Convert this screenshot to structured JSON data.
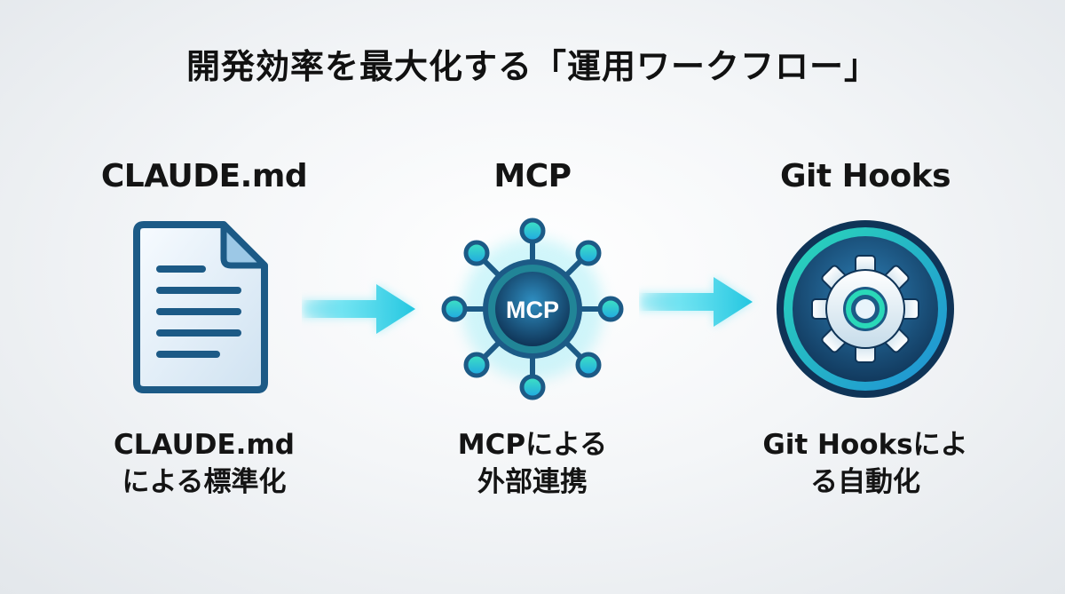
{
  "title": "開発効率を最大化する「運用ワークフロー」",
  "steps": [
    {
      "label": "CLAUDE.md",
      "caption_lines": [
        "CLAUDE.md",
        "による標準化"
      ],
      "icon": "document-icon"
    },
    {
      "label": "MCP",
      "icon_text": "MCP",
      "caption_lines": [
        "MCPによる",
        "外部連携"
      ],
      "icon": "network-hub-icon"
    },
    {
      "label": "Git Hooks",
      "caption_lines": [
        "Git Hooksによ",
        "る自動化"
      ],
      "icon": "gear-icon"
    }
  ],
  "colors": {
    "navy": "#1c5a86",
    "cyan": "#22c6e0",
    "teal": "#2ad8b8",
    "dark_blue": "#0f3457"
  }
}
